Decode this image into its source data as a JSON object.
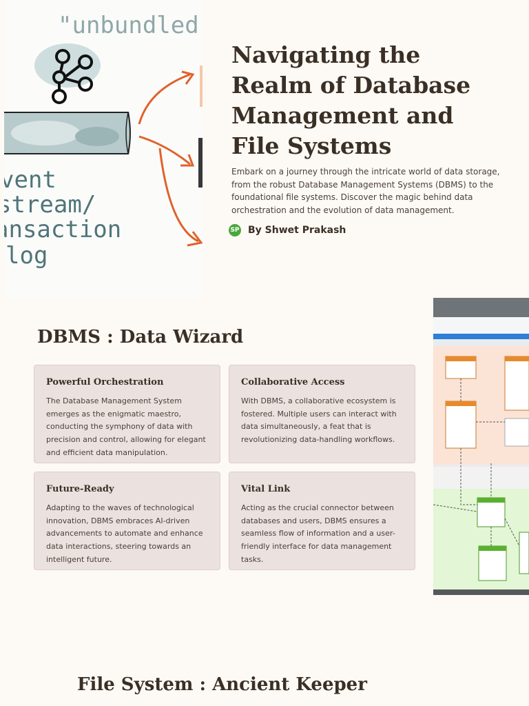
{
  "hero": {
    "title": "Navigating the Realm of Database Management and File Systems",
    "description": "Embark on a journey through the intricate world of data storage, from the robust Database Management Systems (DBMS) to the foundational file systems. Discover the magic behind data orchestration and the evolution of data management.",
    "author_initials": "SP",
    "author_name": "By Shwet Prakash",
    "illustration": {
      "top_label": "\"unbundled\"",
      "side_label_lines": [
        "vent",
        "stream/",
        "ansaction",
        "log"
      ],
      "icon": "graph-nodes-icon"
    }
  },
  "dbms": {
    "title": "DBMS : Data Wizard",
    "cards": [
      {
        "title": "Powerful Orchestration",
        "text": "The Database Management System emerges as the enigmatic maestro, conducting the symphony of data with precision and control, allowing for elegant and efficient data manipulation."
      },
      {
        "title": "Collaborative Access",
        "text": "With DBMS, a collaborative ecosystem is fostered. Multiple users can interact with data simultaneously, a feat that is revolutionizing data-handling workflows."
      },
      {
        "title": "Future-Ready",
        "text": "Adapting to the waves of technological innovation, DBMS embraces AI-driven advancements to automate and enhance data interactions, steering towards an intelligent future."
      },
      {
        "title": "Vital Link",
        "text": "Acting as the crucial connector between databases and users, DBMS ensures a seamless flow of information and a user-friendly interface for data management tasks."
      }
    ]
  },
  "file_system": {
    "title": "File System : Ancient Keeper"
  },
  "colors": {
    "background": "#fdf9f5",
    "card": "#ebe1df",
    "heading": "#3a2f25",
    "arrow": "#e0622a",
    "avatar": "#4aa83b"
  }
}
